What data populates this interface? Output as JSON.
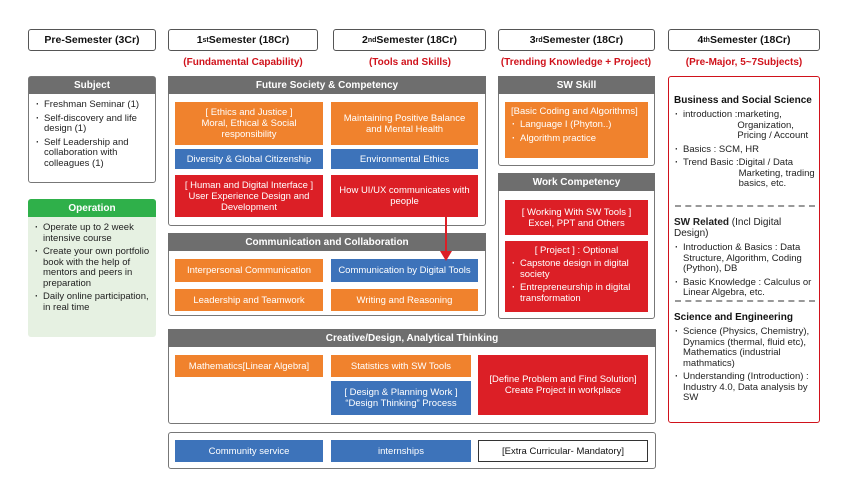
{
  "headers": {
    "pre": "Pre-Semester (3Cr)",
    "s1_num": "1",
    "s1_sup": "st",
    "s1_rest": " Semester (18Cr)",
    "s2_num": "2",
    "s2_sup": "nd",
    "s2_rest": " Semester (18Cr)",
    "s3_num": "3",
    "s3_sup": "rd",
    "s3_rest": " Semester (18Cr)",
    "s4_num": "4",
    "s4_sup": "th",
    "s4_rest": " Semester (18Cr)"
  },
  "subtitles": {
    "s1": "(Fundamental Capability)",
    "s2": "(Tools and Skills)",
    "s3": "(Trending Knowledge + Project)",
    "s4": "(Pre-Major, 5~7Subjects)"
  },
  "pre": {
    "subject_title": "Subject",
    "subject_items": [
      "Freshman Seminar (1)",
      "Self-discovery and life design (1)",
      "Self Leadership and collaboration with colleagues (1)"
    ],
    "operation_title": "Operation",
    "operation_items": [
      "Operate up to 2 week intensive course",
      "Create your own portfolio book with the help of mentors and peers in preparation",
      "Daily online participation, in real time"
    ]
  },
  "future": {
    "title": "Future Society & Competency",
    "ethics_l1": "[ Ethics and Justice ]",
    "ethics_l2": "Moral, Ethical & Social responsibility",
    "balance": "Maintaining Positive Balance and Mental Health",
    "diversity": "Diversity & Global Citizenship",
    "env": "Environmental Ethics",
    "human_l1": "[ Human and Digital Interface ]",
    "human_l2": "User Experience Design and Development",
    "uiux": "How UI/UX communicates with people"
  },
  "comm": {
    "title": "Communication and Collaboration",
    "interpersonal": "Interpersonal Communication",
    "digital": "Communication by Digital Tools",
    "leadership": "Leadership and Teamwork",
    "writing": "Writing and Reasoning"
  },
  "creative": {
    "title": "Creative/Design, Analytical Thinking",
    "math": "Mathematics[Linear Algebra]",
    "stats": "Statistics with SW Tools",
    "design_l1": "[ Design & Planning Work ]",
    "design_l2": "“Design Thinking” Process",
    "define_l1": "[Define Problem and Find Solution]",
    "define_l2": "Create Project in workplace"
  },
  "extra": {
    "community": "Community service",
    "internships": "internships",
    "mandatory": "[Extra Curricular- Mandatory]"
  },
  "sw": {
    "title": "SW Skill",
    "coding_title": "[Basic Coding and Algorithms]",
    "coding_items": [
      "Language I (Phyton..)",
      "Algorithm practice"
    ],
    "work_title": "Work Competency",
    "tools_l1": "[ Working With SW Tools ]",
    "tools_l2": "Excel, PPT and Others",
    "project_title": "[ Project ] : Optional",
    "project_items": [
      "Capstone design in digital society",
      "Entrepreneurship in digital transformation"
    ]
  },
  "premajor": {
    "business_title": "Business and Social Science",
    "b1_label": "introduction : ",
    "b1_value": "marketing, Organization, Pricing / Account",
    "b2": "Basics : SCM, HR",
    "b3_label": "Trend Basic : ",
    "b3_value": "Digital / Data Marketing, trading basics, etc.",
    "sw_title": "SW Related",
    "sw_title_note": " (Incl Digital Design)",
    "sw1": "Introduction & Basics : Data Structure, Algorithm, Coding (Python), DB",
    "sw2": "Basic Knowledge : Calculus or Linear Algebra, etc.",
    "eng_title": "Science and Engineering",
    "e1": "Science (Physics, Chemistry), Dynamics (thermal, fluid etc), Mathematics (industrial mathmatics)",
    "e2": "Understanding (Introduction) : Industry 4.0, Data analysis by SW"
  },
  "colors": {
    "orange": "#f0822d",
    "blue": "#3d73ba",
    "red": "#dc1f26",
    "gray_bar": "#6e6e6e",
    "green": "#2fb04a",
    "green_bg": "#e6f1e2",
    "subtitle_red": "#d0121b"
  }
}
